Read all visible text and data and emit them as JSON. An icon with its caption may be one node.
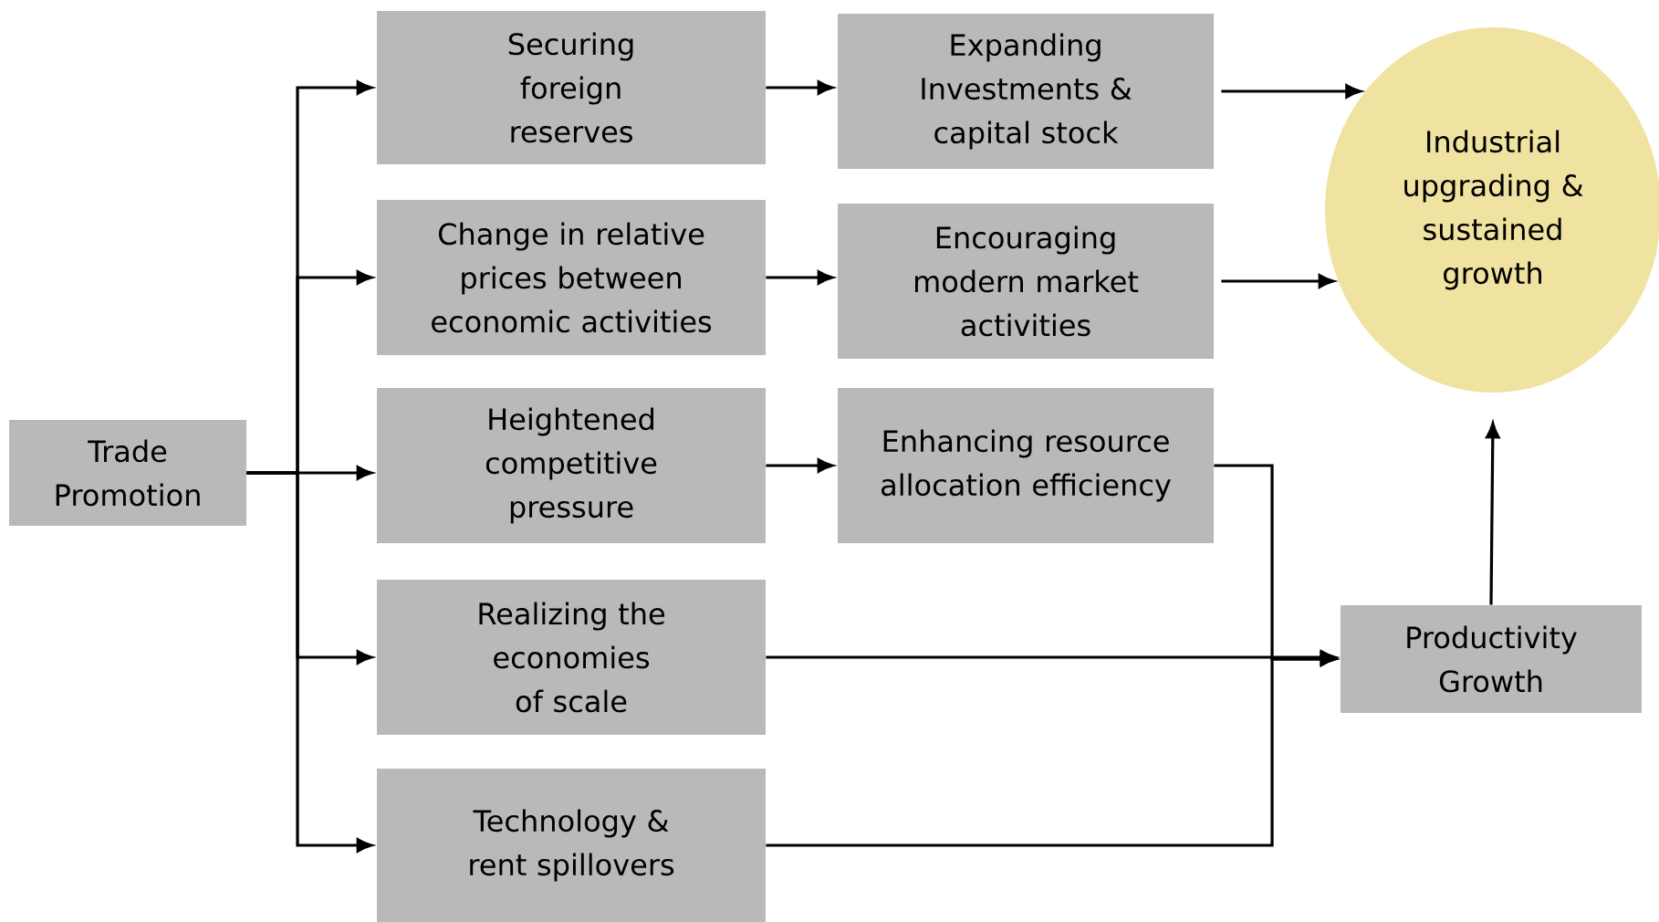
{
  "diagram": {
    "nodes": [
      {
        "text": [
          "Trade Promotion"
        ]
      },
      {
        "text": [
          "Securing foreign reserves"
        ]
      },
      {
        "text": [
          "Change in relative prices between economic activities"
        ]
      },
      {
        "text": [
          "Heightened competitive pressure"
        ]
      },
      {
        "text": [
          "Realizing the economies of scale"
        ]
      },
      {
        "text": [
          "Technology & rent spillovers"
        ]
      },
      {
        "text": [
          "Expanding Investments & capital stock"
        ]
      },
      {
        "text": [
          "Encouraging modern market activities"
        ]
      },
      {
        "text": [
          "Enhancing resource allocation efficiency"
        ]
      },
      {
        "text": [
          "Industrial upgrading & sustained growth"
        ]
      },
      {
        "text": [
          "Productivity Growth"
        ]
      }
    ],
    "edges": [
      {
        "from": 0,
        "to": 1,
        "arrow": "to"
      },
      {
        "from": 0,
        "to": 2,
        "arrow": "to"
      },
      {
        "from": 0,
        "to": 3,
        "arrow": "to"
      },
      {
        "from": 0,
        "to": 4,
        "arrow": "to"
      },
      {
        "from": 0,
        "to": 5,
        "arrow": "to"
      },
      {
        "from": 1,
        "to": 6,
        "arrow": "to"
      },
      {
        "from": 2,
        "to": 7,
        "arrow": "to"
      },
      {
        "from": 3,
        "to": 8,
        "arrow": "to"
      },
      {
        "from": 6,
        "to": 9,
        "arrow": "to"
      },
      {
        "from": 7,
        "to": 9,
        "arrow": "to"
      },
      {
        "from": 4,
        "to": 10,
        "arrow": "to"
      },
      {
        "from": 8,
        "to": 10,
        "arrow": "to"
      },
      {
        "from": 5,
        "to": 10,
        "arrow": "to"
      },
      {
        "from": 10,
        "to": 9,
        "arrow": "to"
      }
    ]
  }
}
